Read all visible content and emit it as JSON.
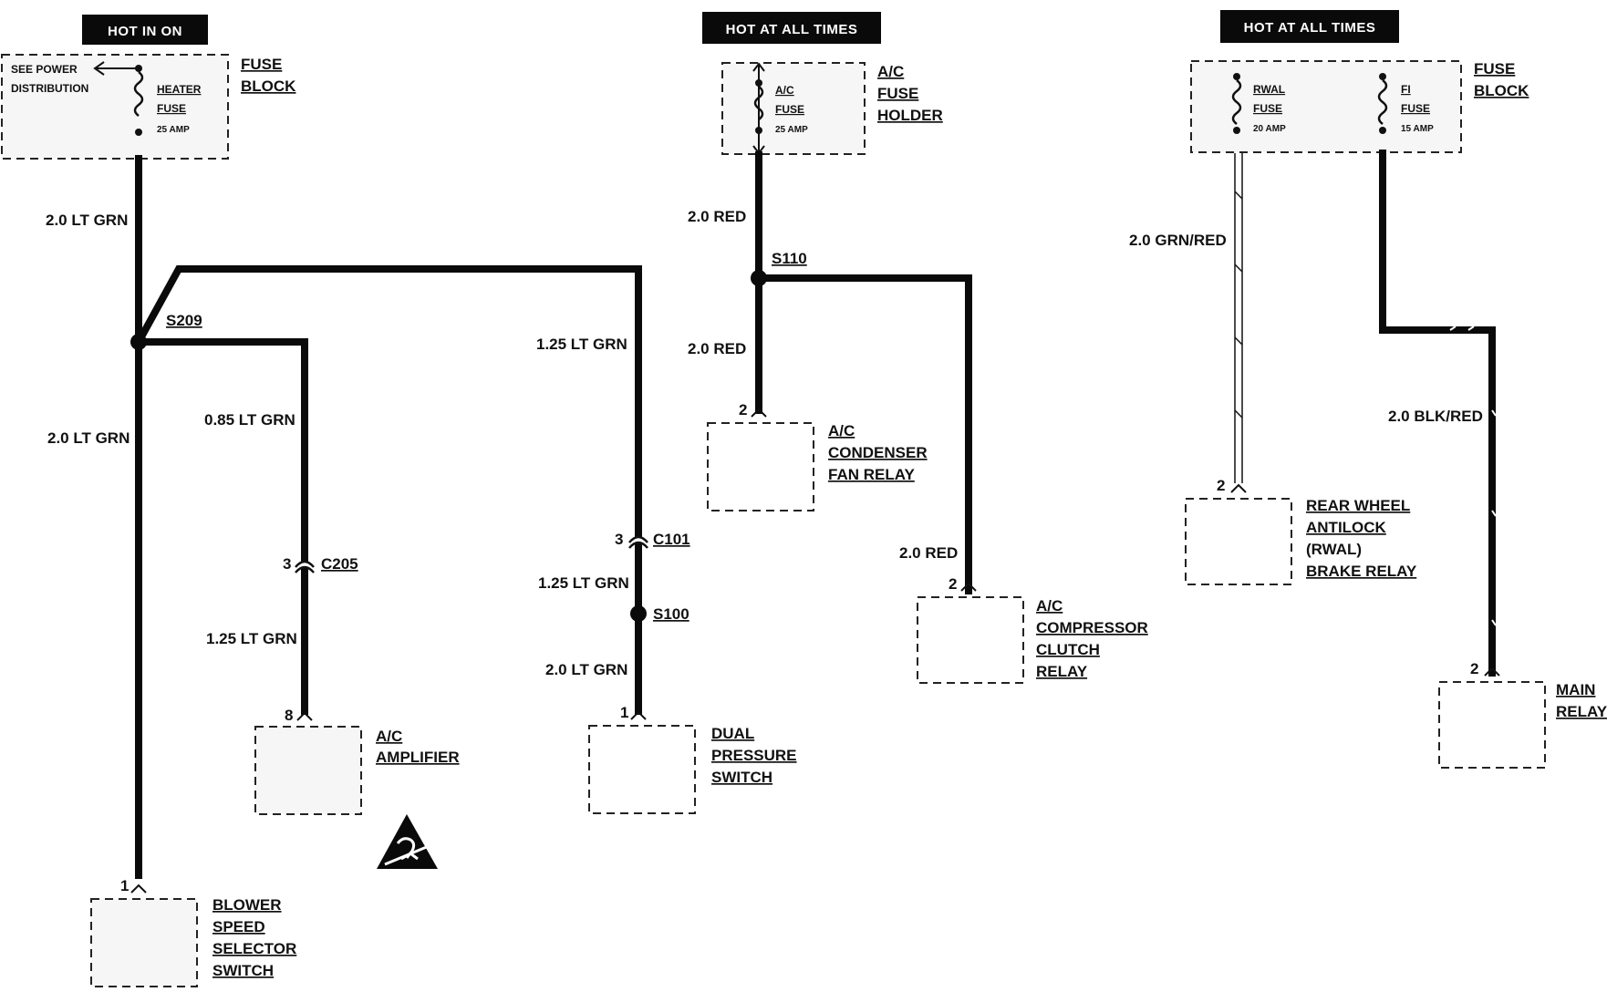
{
  "banners": {
    "hot_in_on": "HOT IN ON",
    "hot_all_times_1": "HOT AT ALL TIMES",
    "hot_all_times_2": "HOT AT ALL TIMES"
  },
  "fuse_block_left": {
    "ref_line1": "SEE POWER",
    "ref_line2": "DISTRIBUTION",
    "fuse_line1": "HEATER",
    "fuse_line2": "FUSE",
    "rating": "25 AMP",
    "label_line1": "FUSE",
    "label_line2": "BLOCK"
  },
  "ac_fuse_holder": {
    "fuse_line1": "A/C",
    "fuse_line2": "FUSE",
    "rating": "25 AMP",
    "label_line1": "A/C",
    "label_line2": "FUSE",
    "label_line3": "HOLDER"
  },
  "fuse_block_right": {
    "rwal_line1": "RWAL",
    "rwal_line2": "FUSE",
    "rwal_rating": "20 AMP",
    "fi_line1": "FI",
    "fi_line2": "FUSE",
    "fi_rating": "15 AMP",
    "label_line1": "FUSE",
    "label_line2": "BLOCK"
  },
  "wires": {
    "w_2_0_lt_grn_top": "2.0 LT GRN",
    "w_2_0_lt_grn_mid": "2.0 LT GRN",
    "w_0_85_lt_grn": "0.85 LT GRN",
    "w_1_25_lt_grn_c205": "1.25 LT GRN",
    "w_1_25_lt_grn_top": "1.25 LT GRN",
    "w_1_25_lt_grn_mid": "1.25 LT GRN",
    "w_2_0_lt_grn_dps": "2.0 LT GRN",
    "w_2_0_red_top": "2.0 RED",
    "w_2_0_red_mid": "2.0 RED",
    "w_2_0_red_right": "2.0 RED",
    "w_2_0_grn_red": "2.0 GRN/RED",
    "w_2_0_blk_red": "2.0 BLK/RED"
  },
  "splices": {
    "s209": "S209",
    "s110": "S110",
    "s100": "S100"
  },
  "connectors": {
    "c205_pin": "3",
    "c205": "C205",
    "c101_pin": "3",
    "c101": "C101"
  },
  "components": {
    "ac_amplifier": {
      "pin": "8",
      "line1": "A/C",
      "line2": "AMPLIFIER"
    },
    "blower": {
      "pin": "1",
      "line1": "BLOWER",
      "line2": "SPEED",
      "line3": "SELECTOR",
      "line4": "SWITCH"
    },
    "dual_pressure": {
      "pin": "1",
      "line1": "DUAL",
      "line2": "PRESSURE",
      "line3": "SWITCH"
    },
    "condenser_fan": {
      "pin": "2",
      "line1": "A/C",
      "line2": "CONDENSER",
      "line3": "FAN RELAY"
    },
    "compressor_clutch": {
      "pin": "2",
      "line1": "A/C",
      "line2": "COMPRESSOR",
      "line3": "CLUTCH",
      "line4": "RELAY"
    },
    "rwal_relay": {
      "pin": "2",
      "line1": "REAR WHEEL",
      "line2": "ANTILOCK",
      "line3": "(RWAL)",
      "line4": "BRAKE RELAY"
    },
    "main_relay": {
      "pin": "2",
      "line1": "MAIN",
      "line2": "RELAY"
    }
  },
  "icons": {
    "esd": "esd-warning-icon"
  }
}
